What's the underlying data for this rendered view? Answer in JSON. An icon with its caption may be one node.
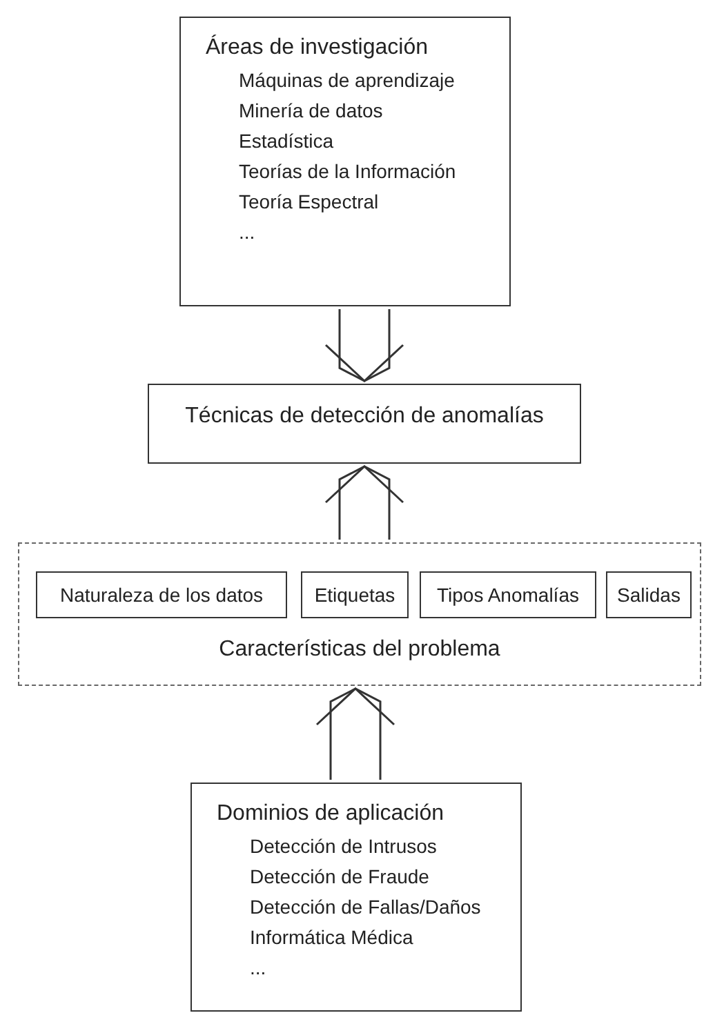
{
  "diagram": {
    "nodes": [
      {
        "text": [
          "Áreas de investigación",
          "Máquinas de aprendizaje",
          "Minería de datos",
          "Estadística",
          "Teorías de la Información",
          "Teoría Espectral",
          "..."
        ]
      },
      {
        "text": [
          "Técnicas de detección de anomalías"
        ]
      },
      {
        "text": [
          "Características del problema"
        ]
      },
      {
        "text": [
          "Naturaleza de los datos"
        ],
        "in": 2
      },
      {
        "text": [
          "Etiquetas"
        ],
        "in": 2
      },
      {
        "text": [
          "Tipos Anomalías"
        ],
        "in": 2
      },
      {
        "text": [
          "Salidas"
        ],
        "in": 2
      },
      {
        "text": [
          "Dominios de aplicación",
          "Detección de Intrusos",
          "Detección de Fraude",
          "Detección de Fallas/Daños",
          "Informática Médica",
          "..."
        ]
      }
    ],
    "edges": [
      {
        "from": 0,
        "to": 1,
        "arrow": "to"
      },
      {
        "from": 2,
        "to": 1,
        "arrow": "to"
      },
      {
        "from": 7,
        "to": 2,
        "arrow": "to"
      }
    ]
  }
}
